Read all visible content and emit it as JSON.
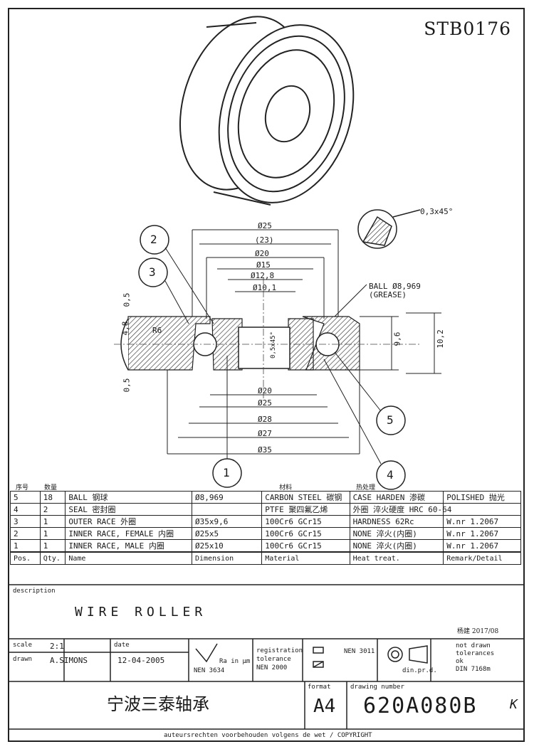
{
  "drawing_code": "STB0176",
  "top_note": "0,3x45°",
  "ball_callout": {
    "line1": "BALL Ø8,969",
    "line2": "(GREASE)"
  },
  "dims_top": [
    "Ø25",
    "(23)",
    "Ø20",
    "Ø15",
    "Ø12,8",
    "Ø10,1"
  ],
  "dims_bottom": [
    "Ø20",
    "Ø25",
    "Ø28",
    "Ø27",
    "Ø35"
  ],
  "dims_side": {
    "h1": "0,5",
    "h2": "4,8",
    "h3": "0,5",
    "r": "R6",
    "w1": "9,6",
    "w2": "10,2",
    "chamfer": "0,5x45°"
  },
  "balloons": [
    "1",
    "2",
    "3",
    "4",
    "5"
  ],
  "parts_columns_cn": {
    "col1": "序号",
    "col2": "数量",
    "col5": "材料",
    "col6": "热处理"
  },
  "parts": [
    {
      "pos": "5",
      "qty": "18",
      "name": "BALL  钢球",
      "dim": "Ø8,969",
      "material": "CARBON STEEL 碳钢",
      "heat": "CASE HARDEN 渗碳",
      "remark": "POLISHED 抛光"
    },
    {
      "pos": "4",
      "qty": "2",
      "name": "SEAL  密封圈",
      "dim": "",
      "material": "PTFE 聚四氟乙烯",
      "heat": "外圈 淬火硬度 HRC 60-64",
      "remark": ""
    },
    {
      "pos": "3",
      "qty": "1",
      "name": "OUTER RACE  外圈",
      "dim": "Ø35x9,6",
      "material": "100Cr6 GCr15",
      "heat": "HARDNESS 62Rc",
      "remark": "W.nr 1.2067"
    },
    {
      "pos": "2",
      "qty": "1",
      "name": "INNER RACE, FEMALE 内圈",
      "dim": "Ø25x5",
      "material": "100Cr6 GCr15",
      "heat": "NONE 淬火(内圈)",
      "remark": "W.nr 1.2067"
    },
    {
      "pos": "1",
      "qty": "1",
      "name": "INNER RACE, MALE 内圈",
      "dim": "Ø25x10",
      "material": "100Cr6 GCr15",
      "heat": "NONE 淬火(内圈)",
      "remark": "W.nr 1.2067"
    }
  ],
  "parts_header": {
    "pos": "Pos.",
    "qty": "Qty.",
    "name": "Name",
    "dim": "Dimension",
    "material": "Material",
    "heat": "Heat treat.",
    "remark": "Remark/Detail"
  },
  "description_label": "description",
  "title": "WIRE ROLLER",
  "signature_note": "杨建 2017/08",
  "scale_label": "scale",
  "scale_value": "2:1",
  "date_label": "date",
  "date_value": "12-04-2005",
  "drawn_label": "drawn",
  "drawn_value": "A.SIMONS",
  "surface_note": {
    "l1": "Ra in μm",
    "l2": "NEN 3634"
  },
  "registration": {
    "l1": "registration",
    "l2": "tolerance",
    "l3": "NEN 2000"
  },
  "projection_note": "NEN 3011",
  "method_note": "din.pr.d.",
  "not_drawn": {
    "l1": "not drawn",
    "l2": "tolerances",
    "l3": "ok",
    "l4": "DIN 7168m"
  },
  "company": "宁波三泰轴承",
  "format_label": "format",
  "format_value": "A4",
  "number_label": "drawing number",
  "number_value": "620A080B",
  "number_suffix": "K",
  "copyright": "auteursrechten voorbehouden volgens de wet / COPYRIGHT"
}
